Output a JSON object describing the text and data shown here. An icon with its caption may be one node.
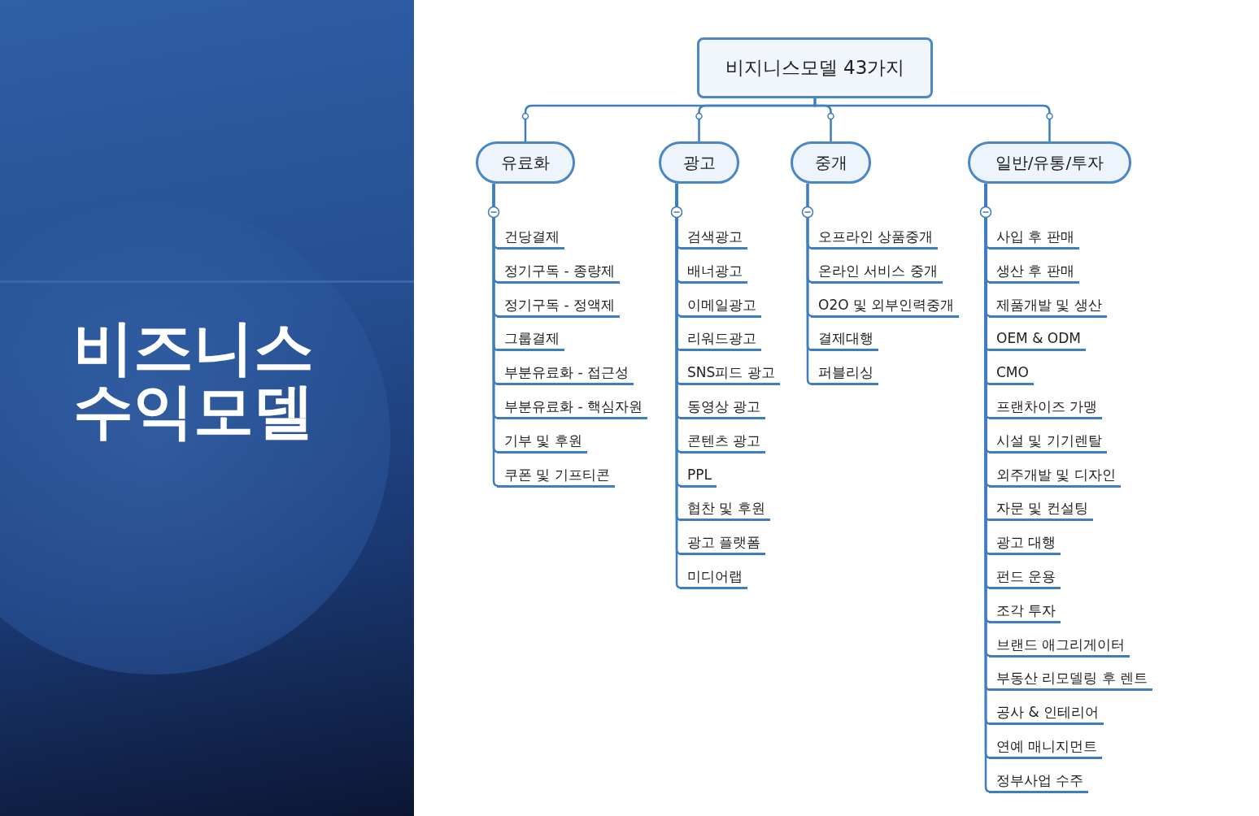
{
  "diagram": {
    "title": "비즈니스 수익모델",
    "nodes": [
      {
        "text": [
          "비지니스모델 43가지"
        ]
      },
      {
        "text": [
          "유료화"
        ]
      },
      {
        "text": [
          "광고"
        ]
      },
      {
        "text": [
          "중개"
        ]
      },
      {
        "text": [
          "일반/유통/투자"
        ]
      },
      {
        "text": [
          "건당결제"
        ]
      },
      {
        "text": [
          "정기구독 - 종량제"
        ]
      },
      {
        "text": [
          "정기구독 - 정액제"
        ]
      },
      {
        "text": [
          "그룹결제"
        ]
      },
      {
        "text": [
          "부분유료화 - 접근성"
        ]
      },
      {
        "text": [
          "부분유료화 - 핵심자원"
        ]
      },
      {
        "text": [
          "기부 및 후원"
        ]
      },
      {
        "text": [
          "쿠폰 및 기프티콘"
        ]
      },
      {
        "text": [
          "검색광고"
        ]
      },
      {
        "text": [
          "배너광고"
        ]
      },
      {
        "text": [
          "이메일광고"
        ]
      },
      {
        "text": [
          "리워드광고"
        ]
      },
      {
        "text": [
          "SNS피드 광고"
        ]
      },
      {
        "text": [
          "동영상 광고"
        ]
      },
      {
        "text": [
          "콘텐츠 광고"
        ]
      },
      {
        "text": [
          "PPL"
        ]
      },
      {
        "text": [
          "협찬 및 후원"
        ]
      },
      {
        "text": [
          "광고 플랫폼"
        ]
      },
      {
        "text": [
          "미디어랩"
        ]
      },
      {
        "text": [
          "오프라인 상품중개"
        ]
      },
      {
        "text": [
          "온라인 서비스 중개"
        ]
      },
      {
        "text": [
          "O2O 및 외부인력중개"
        ]
      },
      {
        "text": [
          "결제대행"
        ]
      },
      {
        "text": [
          "퍼블리싱"
        ]
      },
      {
        "text": [
          "사입 후 판매"
        ]
      },
      {
        "text": [
          "생산 후 판매"
        ]
      },
      {
        "text": [
          "제품개발 및 생산"
        ]
      },
      {
        "text": [
          "OEM & ODM"
        ]
      },
      {
        "text": [
          "CMO"
        ]
      },
      {
        "text": [
          "프랜차이즈 가맹"
        ]
      },
      {
        "text": [
          "시설 및 기기렌탈"
        ]
      },
      {
        "text": [
          "외주개발 및 디자인"
        ]
      },
      {
        "text": [
          "자문 및 컨설팅"
        ]
      },
      {
        "text": [
          "광고 대행"
        ]
      },
      {
        "text": [
          "펀드 운용"
        ]
      },
      {
        "text": [
          "조각 투자"
        ]
      },
      {
        "text": [
          "브랜드 애그리게이터"
        ]
      },
      {
        "text": [
          "부동산 리모델링 후 렌트"
        ]
      },
      {
        "text": [
          "공사 & 인테리어"
        ]
      },
      {
        "text": [
          "연예 매니지먼트"
        ]
      },
      {
        "text": [
          "정부사업 수주"
        ]
      }
    ],
    "edges": [
      {
        "from": 0,
        "to": 1,
        "arrow": "none"
      },
      {
        "from": 0,
        "to": 2,
        "arrow": "none"
      },
      {
        "from": 0,
        "to": 3,
        "arrow": "none"
      },
      {
        "from": 0,
        "to": 4,
        "arrow": "none"
      },
      {
        "from": 1,
        "to": 5,
        "arrow": "none"
      },
      {
        "from": 1,
        "to": 6,
        "arrow": "none"
      },
      {
        "from": 1,
        "to": 7,
        "arrow": "none"
      },
      {
        "from": 1,
        "to": 8,
        "arrow": "none"
      },
      {
        "from": 1,
        "to": 9,
        "arrow": "none"
      },
      {
        "from": 1,
        "to": 10,
        "arrow": "none"
      },
      {
        "from": 1,
        "to": 11,
        "arrow": "none"
      },
      {
        "from": 1,
        "to": 12,
        "arrow": "none"
      },
      {
        "from": 2,
        "to": 13,
        "arrow": "none"
      },
      {
        "from": 2,
        "to": 14,
        "arrow": "none"
      },
      {
        "from": 2,
        "to": 15,
        "arrow": "none"
      },
      {
        "from": 2,
        "to": 16,
        "arrow": "none"
      },
      {
        "from": 2,
        "to": 17,
        "arrow": "none"
      },
      {
        "from": 2,
        "to": 18,
        "arrow": "none"
      },
      {
        "from": 2,
        "to": 19,
        "arrow": "none"
      },
      {
        "from": 2,
        "to": 20,
        "arrow": "none"
      },
      {
        "from": 2,
        "to": 21,
        "arrow": "none"
      },
      {
        "from": 2,
        "to": 22,
        "arrow": "none"
      },
      {
        "from": 2,
        "to": 23,
        "arrow": "none"
      },
      {
        "from": 3,
        "to": 24,
        "arrow": "none"
      },
      {
        "from": 3,
        "to": 25,
        "arrow": "none"
      },
      {
        "from": 3,
        "to": 26,
        "arrow": "none"
      },
      {
        "from": 3,
        "to": 27,
        "arrow": "none"
      },
      {
        "from": 3,
        "to": 28,
        "arrow": "none"
      },
      {
        "from": 4,
        "to": 29,
        "arrow": "none"
      },
      {
        "from": 4,
        "to": 30,
        "arrow": "none"
      },
      {
        "from": 4,
        "to": 31,
        "arrow": "none"
      },
      {
        "from": 4,
        "to": 32,
        "arrow": "none"
      },
      {
        "from": 4,
        "to": 33,
        "arrow": "none"
      },
      {
        "from": 4,
        "to": 34,
        "arrow": "none"
      },
      {
        "from": 4,
        "to": 35,
        "arrow": "none"
      },
      {
        "from": 4,
        "to": 36,
        "arrow": "none"
      },
      {
        "from": 4,
        "to": 37,
        "arrow": "none"
      },
      {
        "from": 4,
        "to": 38,
        "arrow": "none"
      },
      {
        "from": 4,
        "to": 39,
        "arrow": "none"
      },
      {
        "from": 4,
        "to": 40,
        "arrow": "none"
      },
      {
        "from": 4,
        "to": 41,
        "arrow": "none"
      },
      {
        "from": 4,
        "to": 42,
        "arrow": "none"
      },
      {
        "from": 4,
        "to": 43,
        "arrow": "none"
      },
      {
        "from": 4,
        "to": 44,
        "arrow": "none"
      },
      {
        "from": 4,
        "to": 45,
        "arrow": "none"
      }
    ]
  }
}
